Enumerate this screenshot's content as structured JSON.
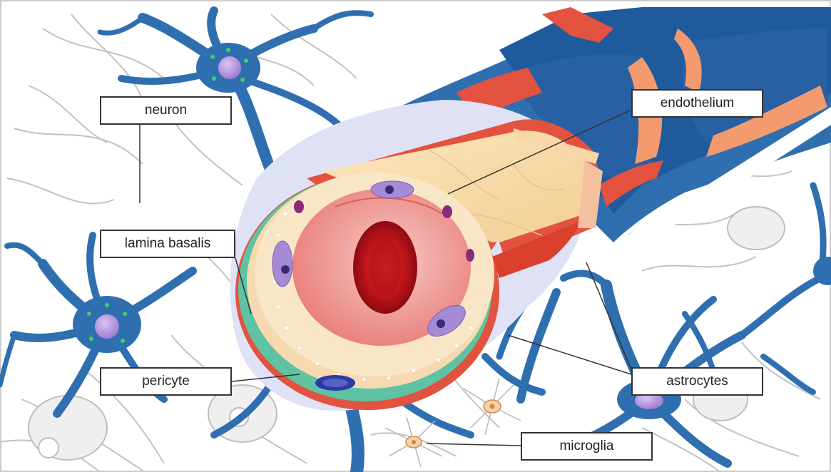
{
  "labels": {
    "neuron": "neuron",
    "lamina_basalis": "lamina basalis",
    "pericyte": "pericyte",
    "endothelium": "endothelium",
    "astrocytes": "astrocytes",
    "microglia": "microglia"
  },
  "colors": {
    "astrocyte_blue": "#2f6fb0",
    "astrocyte_dark": "#1d4f8a",
    "vessel_red": "#e2523e",
    "vessel_orange": "#f39a6f",
    "endothelium_cream": "#f7e3b8",
    "lumen_pink": "#f4a3a3",
    "erythrocyte_red": "#c8161d",
    "pericyte_teal": "#5ec2a3",
    "nucleus_purple": "#8a6cc4",
    "neuron_outline": "#b8b8b8",
    "lavender_halo": "#d8dcf2"
  }
}
